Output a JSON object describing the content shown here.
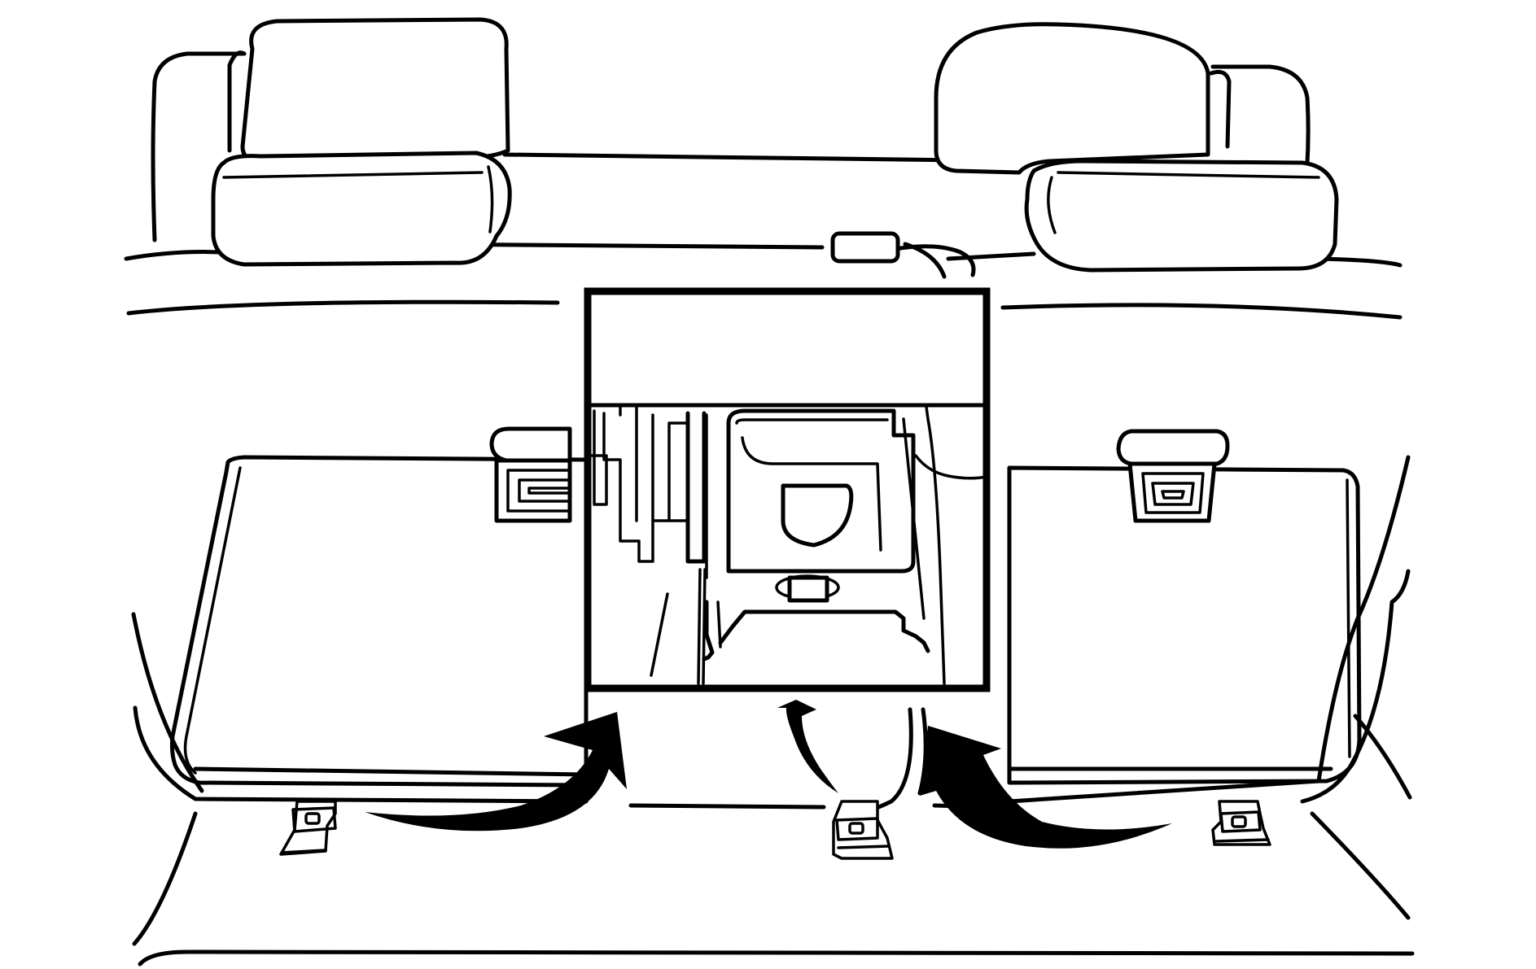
{
  "figure": {
    "type": "technical line illustration",
    "colors": {
      "line": "#000000",
      "background": "#ffffff"
    },
    "components": [
      "left-headrest",
      "right-headrest",
      "center-strap-tab",
      "left-seat-cushion",
      "right-seat-cushion",
      "left-cushion-latch",
      "right-cushion-latch",
      "detail-inset-view",
      "left-floor-anchor",
      "center-floor-anchor",
      "right-floor-anchor",
      "left-curved-arrow",
      "center-curved-arrow",
      "right-curved-arrow"
    ]
  }
}
